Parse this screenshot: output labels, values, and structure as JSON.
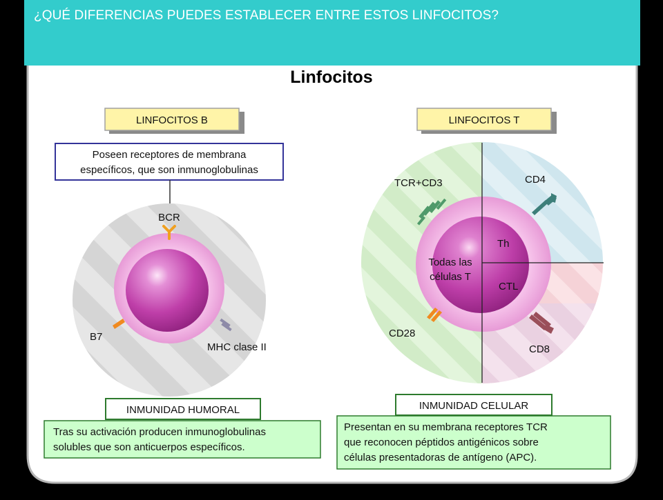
{
  "slide": {
    "question": "¿QUÉ DIFERENCIAS PUEDES ESTABLECER ENTRE ESTOS LINFOCITOS?"
  },
  "diagram": {
    "title": "Linfocitos",
    "b_cell": {
      "heading": "LINFOCITOS B",
      "receptor_note": [
        "Poseen receptores de membrana",
        "específicos, que son inmunoglobulinas"
      ],
      "labels": {
        "bcr": "BCR",
        "b7": "B7",
        "mhc": "MHC clase II"
      },
      "immunity": "INMUNIDAD HUMORAL",
      "description": [
        "Tras su activación producen inmunoglobulinas",
        "solubles que son anticuerpos específicos."
      ]
    },
    "t_cell": {
      "heading": "LINFOCITOS T",
      "labels": {
        "tcr": "TCR+CD3",
        "cd4": "CD4",
        "th": "Th",
        "all_line1": "Todas las",
        "all_line2": "células T",
        "ctl": "CTL",
        "cd28": "CD28",
        "cd8": "CD8"
      },
      "immunity": "INMUNIDAD CELULAR",
      "description": [
        "Presentan en su membrana receptores TCR",
        "que reconocen péptidos antigénicos sobre",
        "células presentadoras de antígeno (APC)."
      ]
    }
  },
  "colors": {
    "header_bg": "#33cccc",
    "label_box_yellow": "#fff4a8",
    "description_box_green": "#ccffcc",
    "note_border_navy": "#333399",
    "cell_pink": "#f4b8e8",
    "nucleus_magenta": "#c63fae"
  }
}
